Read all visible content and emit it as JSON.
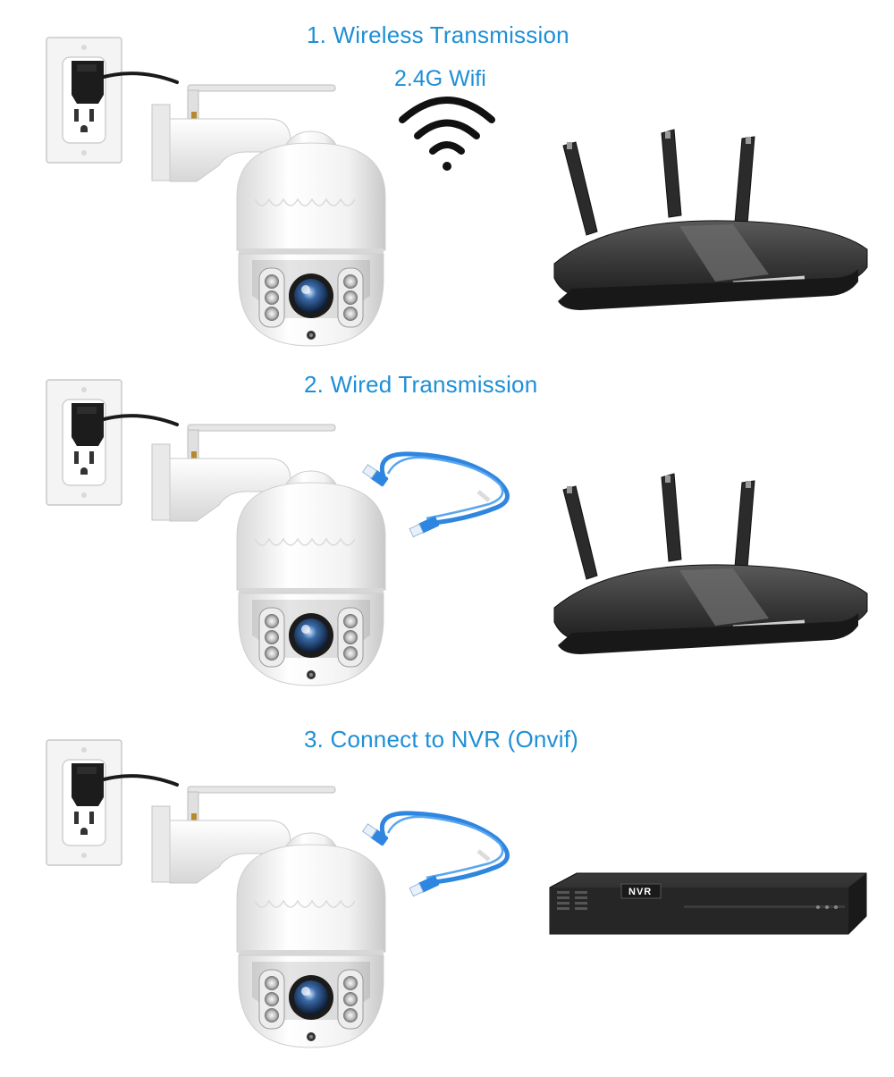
{
  "sections": [
    {
      "title": "1. Wireless Transmission",
      "subtitle": "2.4G Wifi",
      "link": "wifi",
      "device": "router"
    },
    {
      "title": "2. Wired Transmission",
      "subtitle": "",
      "link": "ethernet-cable",
      "device": "router"
    },
    {
      "title": "3. Connect to NVR (Onvif)",
      "subtitle": "",
      "link": "ethernet-cable",
      "device": "nvr"
    }
  ],
  "nvr_label": "NVR",
  "colors": {
    "accent": "#1e8fd6",
    "cable": "#2e86e0",
    "camera_body": "#f3f3f3",
    "device_dark": "#2b2b2b"
  },
  "icons": [
    "wall-outlet-icon",
    "power-adapter-icon",
    "ptz-camera-icon",
    "wifi-icon",
    "ethernet-cable-icon",
    "router-icon",
    "nvr-icon"
  ]
}
